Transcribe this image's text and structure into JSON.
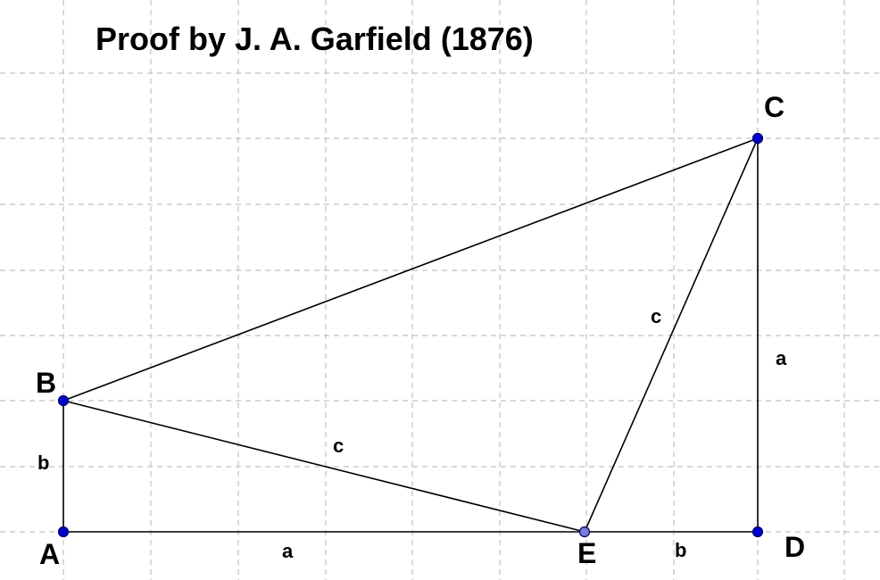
{
  "diagram": {
    "title": "Proof by J. A. Garfield (1876)",
    "colors": {
      "segment": "#000000",
      "point_fill": "#0000cc",
      "point_fill_light": "#7b7bd6",
      "point_stroke": "#00006b",
      "grid": "#c0c0c0"
    },
    "points": [
      {
        "id": "A",
        "label": "A",
        "fill": "#0000cc"
      },
      {
        "id": "B",
        "label": "B",
        "fill": "#0000cc"
      },
      {
        "id": "C",
        "label": "C",
        "fill": "#0000cc"
      },
      {
        "id": "D",
        "label": "D",
        "fill": "#0000cc"
      },
      {
        "id": "E",
        "label": "E",
        "fill": "#7b7bd6"
      }
    ],
    "segments": [
      {
        "id": "AB",
        "from": "A",
        "to": "B",
        "label": "b"
      },
      {
        "id": "AE",
        "from": "A",
        "to": "E",
        "label": "a"
      },
      {
        "id": "ED",
        "from": "E",
        "to": "D",
        "label": "b"
      },
      {
        "id": "DC",
        "from": "D",
        "to": "C",
        "label": "a"
      },
      {
        "id": "BE",
        "from": "B",
        "to": "E",
        "label": "c"
      },
      {
        "id": "EC",
        "from": "E",
        "to": "C",
        "label": "c"
      },
      {
        "id": "BC",
        "from": "B",
        "to": "C",
        "label": ""
      }
    ]
  }
}
